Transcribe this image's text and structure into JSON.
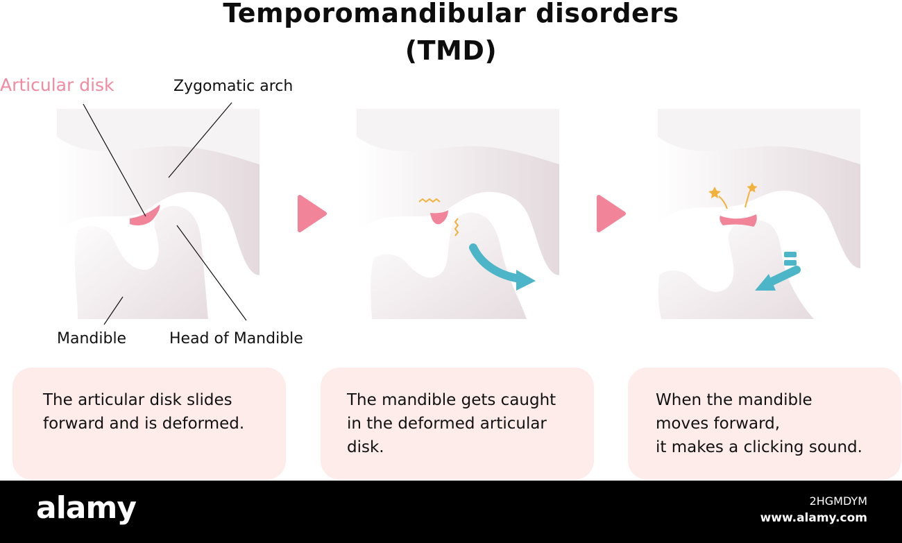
{
  "title": {
    "line1": "Temporomandibular disorders",
    "line2": "(TMD)"
  },
  "labels": {
    "articular_disk": "Articular disk",
    "zygomatic_arch": "Zygomatic arch",
    "mandible": "Mandible",
    "head_of_mandible": "Head of Mandible"
  },
  "steps": [
    {
      "lines": [
        "The articular disk slides",
        "forward and is deformed."
      ]
    },
    {
      "lines": [
        "The mandible gets caught",
        "in the deformed articular",
        "disk."
      ]
    },
    {
      "lines": [
        "When the mandible",
        "moves forward,",
        "it makes a clicking sound."
      ]
    }
  ],
  "colors": {
    "disk": "#f2849a",
    "bone": "#efe9ea",
    "arrow": "#4db5c8",
    "caption_bg": "#fdecea",
    "spark": "#f2b13a"
  },
  "footer": {
    "brand": "alamy",
    "image_id": "2HGMDYM",
    "site": "www.alamy.com"
  }
}
